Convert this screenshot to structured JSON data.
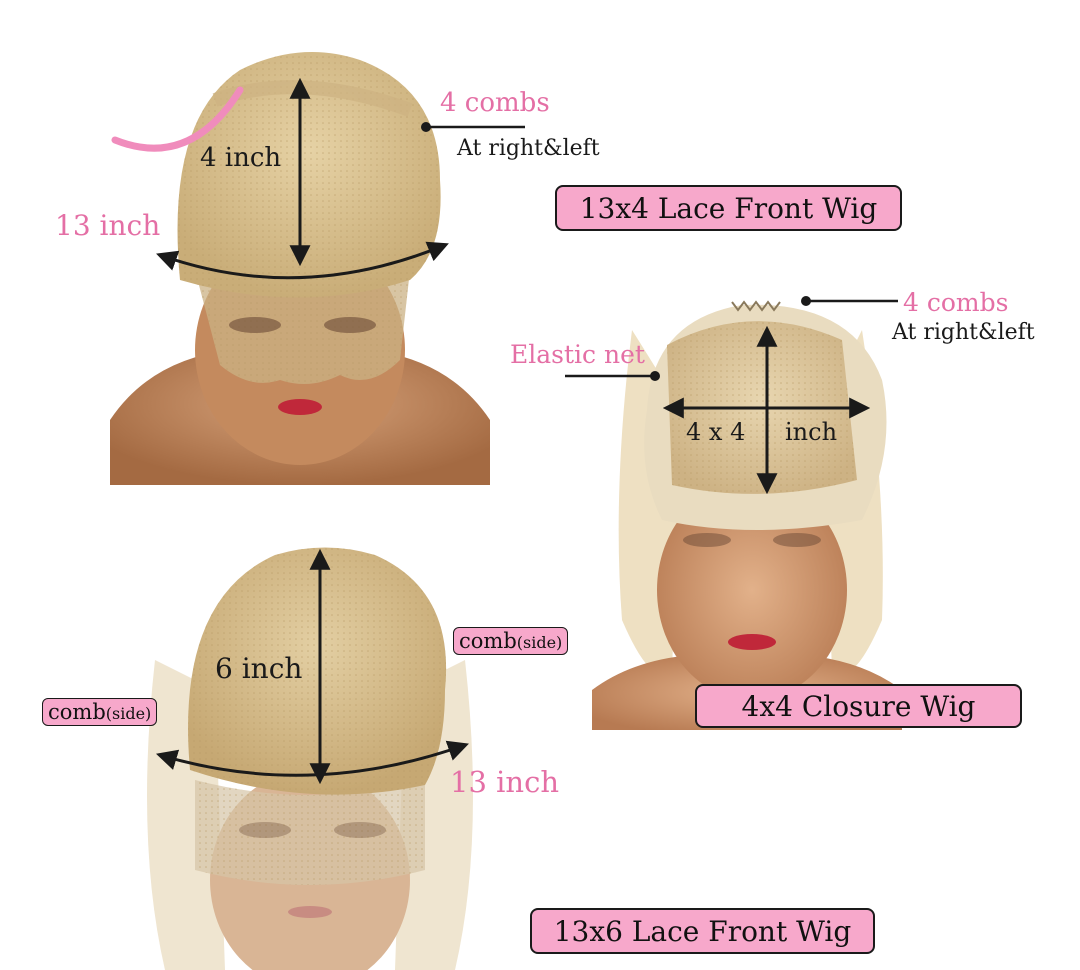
{
  "top": {
    "combs_label": "4 combs",
    "combs_position": "At right&left",
    "height_label": "4 inch",
    "width_label": "13 inch",
    "title": "13x4 Lace Front Wig"
  },
  "closure": {
    "combs_label": "4 combs",
    "combs_position": "At right&left",
    "net_label": "Elastic net",
    "size_left": "4 x 4",
    "size_right": "inch",
    "title": "4x4 Closure Wig"
  },
  "bottom": {
    "comb_word": "comb",
    "comb_side": "(side)",
    "height_label": "6 inch",
    "width_label": "13 inch",
    "title": "13x6 Lace Front Wig"
  },
  "colors": {
    "accent_pink": "#e46fa5",
    "label_box_fill": "#f7a8cb",
    "lace_cap": "#d9c08e",
    "skin": "#b47a50"
  }
}
